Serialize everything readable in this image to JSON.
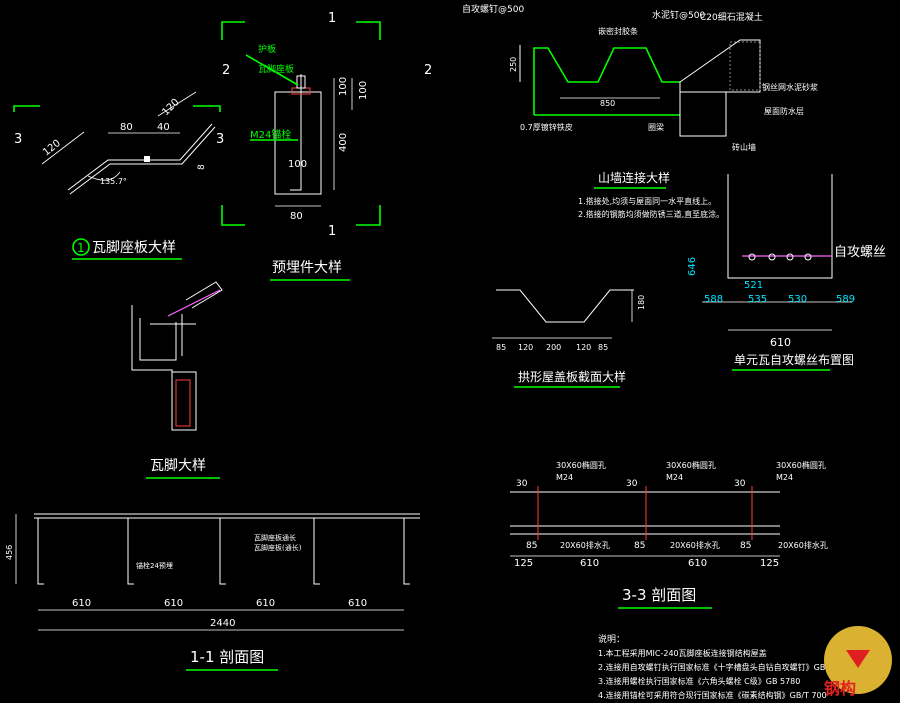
{
  "titles": {
    "tile_seat": "瓦脚座板大样",
    "tile_seat_num": "1",
    "embedded": "预埋件大样",
    "tile_foot": "瓦脚大样",
    "gable": "山墙连接大样",
    "arch_panel": "拱形屋盖板截面大样",
    "screw_layout": "单元瓦自攻螺丝布置图",
    "sec11": "1-1 剖面图",
    "sec33": "3-3 剖面图"
  },
  "seat": {
    "d120a": "120",
    "d80": "80",
    "d40": "40",
    "d120b": "120",
    "d8": "8",
    "angle": "135.7°",
    "mark": "3"
  },
  "embed": {
    "cut1": "1",
    "cut2": "2",
    "lbl1": "护板",
    "lbl2": "瓦脚座板",
    "bolt": "M24锚栓",
    "d100a": "100",
    "d100b": "100",
    "d400": "400",
    "d100c": "100",
    "d80": "80"
  },
  "gable": {
    "screw": "自攻螺钉@500",
    "cutline": "水泥钉@500",
    "concrete": "C20细石混凝土",
    "seal": "嵌密封胶条",
    "steel_wire": "钢丝网水泥砂浆",
    "waterproof": "屋面防水层",
    "d250": "250",
    "d850": "850",
    "sheet": "0.7厚镀锌铁皮",
    "beam": "圈梁",
    "wall": "砖山墙",
    "note1": "1.搭接处,均须与屋面同一水平直线上。",
    "note2": "2.搭接的钢筋均须做防锈三道,直至底涂。"
  },
  "arch": {
    "d85a": "85",
    "d120a": "120",
    "d200": "200",
    "d120b": "120",
    "d85b": "85",
    "h": "180"
  },
  "screw": {
    "label": "自攻螺丝",
    "d646": "646",
    "d588": "588",
    "d535": "535",
    "d521": "521",
    "d530": "530",
    "d589": "589",
    "d610": "610"
  },
  "s11": {
    "d456": "456",
    "anchor": "锚栓24预埋",
    "bolt_note1": "瓦脚座板通长",
    "bolt_note2": "瓦脚座板(通长)",
    "d610": [
      "610",
      "610",
      "610",
      "610"
    ],
    "d2440": "2440"
  },
  "s33": {
    "hole": "30X60椭圆孔",
    "m24": "M24",
    "d30": "30",
    "d85": "85",
    "drain": "20X60排水孔",
    "d125": "125",
    "d610": "610"
  },
  "notes": {
    "head": "说明：",
    "n1": "1.本工程采用MIC-240瓦脚座板连接钢结构屋盖",
    "n2": "2.连接用自攻螺钉执行国家标准《十字槽盘头自钻自攻螺钉》GB",
    "n3": "3.连接用螺栓执行国家标准《六角头螺栓 C级》GB 5780",
    "n4": "4.连接用锚栓可采用符合现行国家标准《碳素结构钢》GB/T 700"
  },
  "logo": {
    "text": "钢构"
  }
}
